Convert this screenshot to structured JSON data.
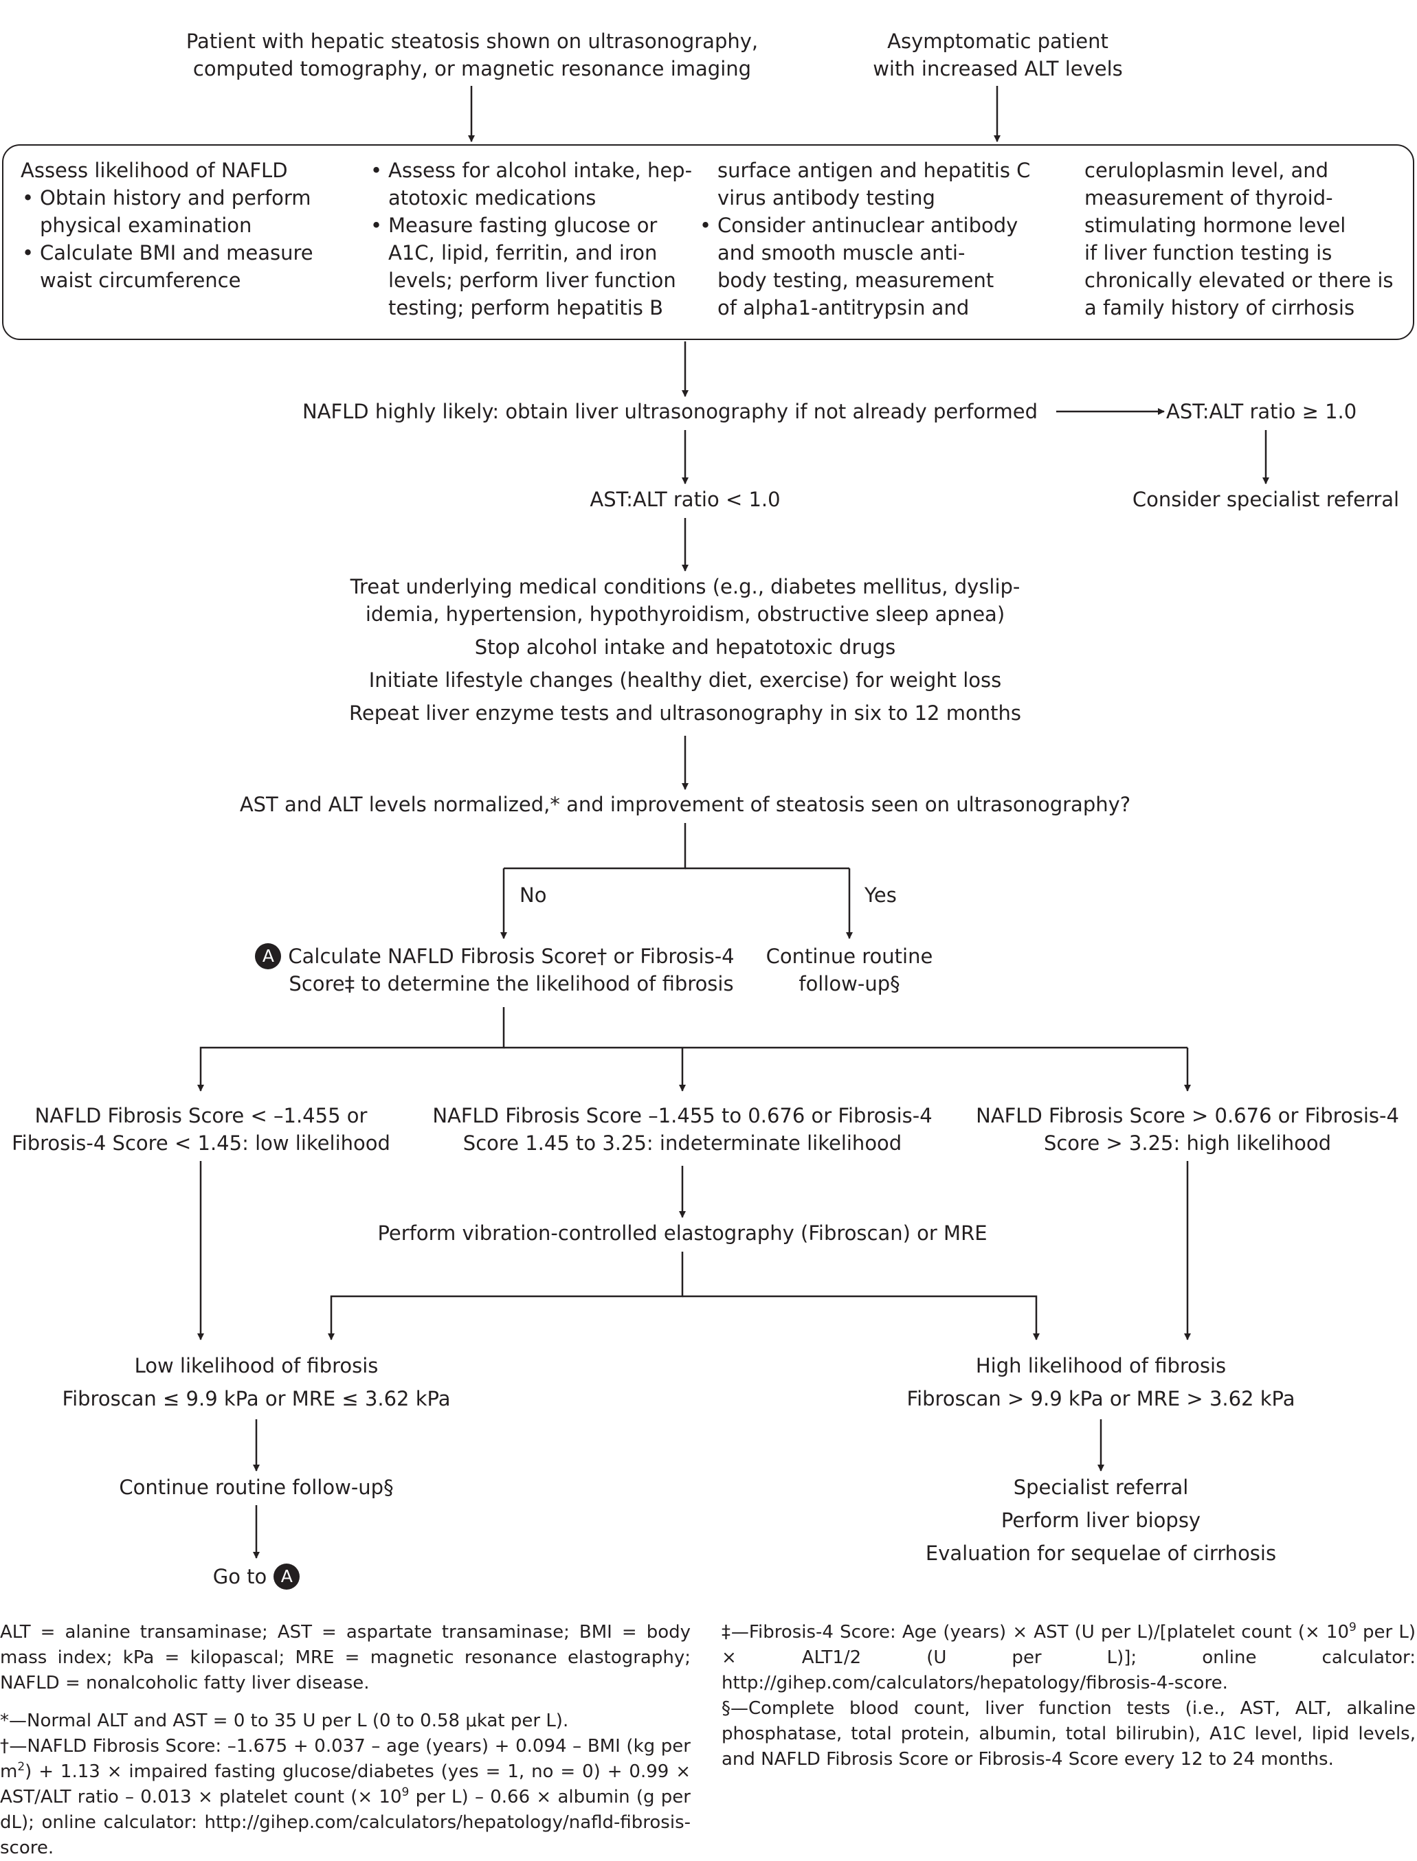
{
  "entry": {
    "imaging_patient": [
      "Patient with hepatic steatosis shown on ultrasonography,",
      "computed tomography, or magnetic resonance imaging"
    ],
    "alt_patient": [
      "Asymptomatic patient",
      "with increased ALT levels"
    ]
  },
  "assess": {
    "heading": "Assess likelihood of NAFLD",
    "col1": [
      [
        "Obtain history and perform",
        "physical examination"
      ],
      [
        "Calculate BMI and measure",
        "waist circumference"
      ]
    ],
    "col2": [
      [
        "Assess for alcohol intake, hep-",
        "atotoxic medications"
      ],
      [
        "Measure fasting glucose or",
        "A1C, lipid, ferritin, and iron",
        "levels; perform liver function",
        "testing; perform hepatitis B"
      ]
    ],
    "col3_lines": [
      "surface antigen and hepatitis C",
      "virus antibody testing"
    ],
    "col3_bullet": [
      "Consider antinuclear antibody",
      "and smooth muscle anti-",
      "body testing, measurement"
    ],
    "col3_alpha": {
      "pre": "of alpha",
      "sub": "1",
      "post": "-antitrypsin and"
    },
    "col4_lines": [
      "ceruloplasmin level, and",
      "measurement of thyroid-",
      "stimulating hormone level",
      "if liver function testing is",
      "chronically elevated or there is",
      "a family history of cirrhosis"
    ]
  },
  "flow": {
    "likely": "NAFLD highly likely: obtain liver ultrasonography if not already performed",
    "ratio_high": "AST:ALT ratio ≥ 1.0",
    "specialist": "Consider specialist referral",
    "ratio_low": "AST:ALT ratio < 1.0",
    "treat": [
      "Treat underlying medical conditions (e.g., diabetes mellitus, dyslip-",
      "idemia, hypertension, hypothyroidism, obstructive sleep apnea)"
    ],
    "stop": "Stop alcohol intake and hepatotoxic drugs",
    "lifestyle": "Initiate lifestyle changes (healthy diet, exercise) for weight loss",
    "repeat": "Repeat liver enzyme tests and ultrasonography in six to 12 months",
    "question": "AST and ALT levels normalized,* and improvement of steatosis seen on ultrasonography?",
    "no": "No",
    "yes": "Yes",
    "badge": "A",
    "calculate": [
      "Calculate NAFLD Fibrosis Score† or Fibrosis-4",
      "Score‡ to determine the likelihood of fibrosis"
    ],
    "continue_routine": [
      "Continue routine",
      "follow-up§"
    ],
    "low_score": [
      "NAFLD Fibrosis Score < –1.455 or",
      "Fibrosis-4 Score < 1.45: low likelihood"
    ],
    "mid_score": [
      "NAFLD Fibrosis Score –1.455 to 0.676 or Fibrosis-4",
      "Score 1.45 to 3.25: indeterminate likelihood"
    ],
    "high_score": [
      "NAFLD Fibrosis Score > 0.676 or Fibrosis-4",
      "Score > 3.25: high likelihood"
    ],
    "elastography": "Perform vibration-controlled elastography (Fibroscan) or MRE",
    "low_fibrosis": [
      "Low likelihood of fibrosis",
      "Fibroscan ≤ 9.9 kPa or MRE ≤ 3.62 kPa"
    ],
    "high_fibrosis": [
      "High likelihood of fibrosis",
      "Fibroscan > 9.9 kPa or MRE > 3.62 kPa"
    ],
    "continue_followup": "Continue routine follow-up§",
    "goto": "Go to",
    "high_actions": [
      "Specialist referral",
      "Perform liver biopsy",
      "Evaluation for sequelae of cirrhosis"
    ]
  },
  "footnotes": {
    "abbrev": "ALT = alanine transaminase; AST = aspartate transaminase; BMI = body mass index; kPa = kilopascal; MRE = magnetic resonance elastography; NAFLD = nonalcoholic fatty liver disease.",
    "star": "*—Normal ALT and AST = 0 to 35 U per L (0 to 0.58 μkat per L).",
    "dagger": {
      "p1": "†—NAFLD Fibrosis Score: –1.675 + 0.037 – age (years) + 0.094 – BMI (kg per m",
      "sup1": "2",
      "p2": ") + 1.13 × impaired fasting glucose/diabetes (yes = 1, no = 0) + 0.99 × AST/ALT ratio – 0.013 × platelet count (× 10",
      "sup2": "9",
      "p3": " per L) – 0.66 × albumin (g per dL); online calculator: http://gihep.com/calculators/hepatology/nafld-fibrosis-score."
    },
    "ddagger": {
      "p1": "‡—Fibrosis-4 Score: Age (years) × AST (U per L)/[platelet count (× 10",
      "sup": "9",
      "p2": " per L) × ALT1/2 (U per L)]; online calculator: http://gihep.com/calculators/hepatology/fibrosis-4-score."
    },
    "section": "§—Complete blood count, liver function tests (i.e., AST, ALT, alkaline phosphatase, total protein, albumin, total bilirubin), A1C level, lipid levels, and NAFLD Fibrosis Score or Fibrosis-4 Score every 12 to 24 months."
  }
}
